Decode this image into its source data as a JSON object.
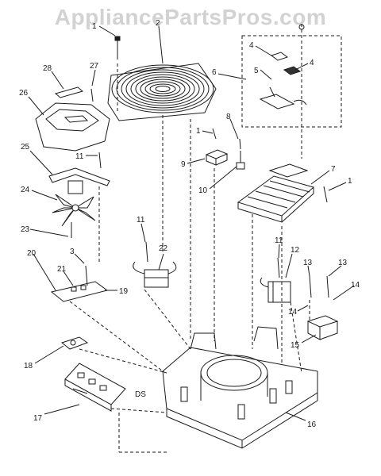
{
  "watermark": "AppliancePartsPros.com",
  "board_label": "DS",
  "callouts": {
    "c1a": "1",
    "c1b": "1",
    "c1c": "1",
    "c2": "2",
    "c3": "3",
    "c4a": "4",
    "c4b": "4",
    "c5": "5",
    "c6": "6",
    "c7": "7",
    "c8": "8",
    "c9": "9",
    "c10": "10",
    "c11a": "11",
    "c11b": "11",
    "c11c": "11",
    "c12": "12",
    "c13a": "13",
    "c13b": "13",
    "c14a": "14",
    "c14b": "14",
    "c15": "15",
    "c16": "16",
    "c17": "17",
    "c18": "18",
    "c19": "19",
    "c20": "20",
    "c21": "21",
    "c22": "22",
    "c23": "23",
    "c24": "24",
    "c25": "25",
    "c26": "26",
    "c27": "27",
    "c28": "28"
  },
  "colors": {
    "ink": "#1a1a1a",
    "watermark": "#d2d2d2",
    "background": "#ffffff"
  }
}
